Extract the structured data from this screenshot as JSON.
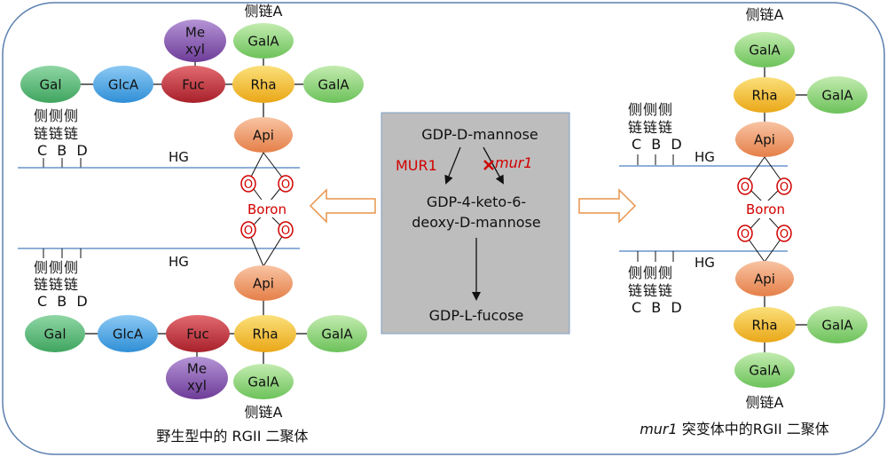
{
  "left": {
    "top": {
      "gal": "Gal",
      "glca": "GlcA",
      "fuc": "Fuc",
      "rha": "Rha",
      "gala": "GalA",
      "gala_top": "GalA",
      "mexyl_1": "Me",
      "mexyl_2": "xyl",
      "api": "Api",
      "side_chain_a": "侧链A"
    },
    "bottom": {
      "gal": "Gal",
      "glca": "GlcA",
      "fuc": "Fuc",
      "rha": "Rha",
      "gala": "GalA",
      "gala_bottom": "GalA",
      "mexyl_1": "Me",
      "mexyl_2": "xyl",
      "api": "Api",
      "side_chain_a": "侧链A"
    },
    "top_side_labels": {
      "ce": "侧侧侧",
      "lian": "链链链",
      "cbd": "C B D"
    },
    "bottom_side_labels": {
      "ce": "侧侧侧",
      "lian": "链链链",
      "cbd": "C B D"
    },
    "hg_top": "HG",
    "hg_bottom": "HG",
    "boron": "Boron",
    "o": "O",
    "caption": "野生型中的 RGII 二聚体"
  },
  "right": {
    "top": {
      "gala_top": "GalA",
      "rha": "Rha",
      "gala": "GalA",
      "api": "Api",
      "side_chain_a": "侧链A"
    },
    "bottom": {
      "api": "Api",
      "rha": "Rha",
      "gala": "GalA",
      "gala_bottom": "GalA",
      "side_chain_a": "侧链A"
    },
    "top_side_labels": {
      "ce": "侧侧侧",
      "lian": "链链链",
      "cbd": "C B D"
    },
    "bottom_side_labels": {
      "ce": "侧侧侧",
      "lian": "链链链",
      "cbd": "C B D"
    },
    "hg_top": "HG",
    "hg_bottom": "HG",
    "boron": "Boron",
    "o": "O",
    "caption_italic": "mur1",
    "caption_rest": " 突变体中的RGII 二聚体"
  },
  "pathway": {
    "start": "GDP-D-mannose",
    "enzyme": "MUR1",
    "mutant": "mur1",
    "inter_1": "GDP-4-keto-6-",
    "inter_2": "deoxy-D-mannose",
    "end": "GDP-L-fucose"
  },
  "colors": {
    "gal": "#5fba7d",
    "glca": "#4aa7e8",
    "fuc": "#c8323c",
    "rha": "#f2c230",
    "gala": "#8fd27a",
    "mexyl": "#8e5bb5",
    "api": "#f09a6a",
    "box": "#bdbdbd",
    "accent_red": "#d10000",
    "arrow_orange": "#e8934a",
    "hg_line": "#4a7fc1"
  }
}
